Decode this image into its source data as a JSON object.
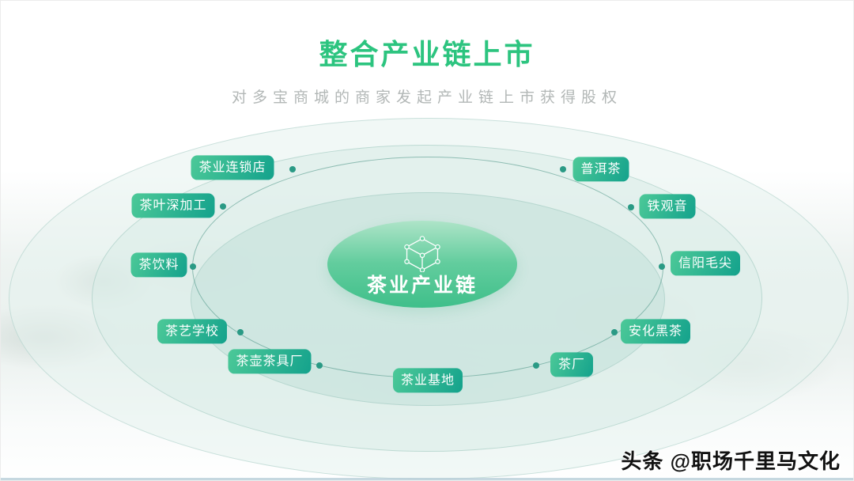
{
  "header": {
    "title": "整合产业链上市",
    "subtitle": "对多宝商城的商家发起产业链上市获得股权"
  },
  "diagram": {
    "center_label": "茶业产业链",
    "center_icon": "cube-network-icon",
    "nodes": [
      {
        "label": "茶业连锁店"
      },
      {
        "label": "茶叶深加工"
      },
      {
        "label": "茶饮料"
      },
      {
        "label": "茶艺学校"
      },
      {
        "label": "茶壶茶具厂"
      },
      {
        "label": "茶业基地"
      },
      {
        "label": "茶厂"
      },
      {
        "label": "安化黑茶"
      },
      {
        "label": "信阳毛尖"
      },
      {
        "label": "铁观音"
      },
      {
        "label": "普洱茶"
      }
    ]
  },
  "watermark": {
    "text": "头条 @职场千里马文化"
  },
  "colors": {
    "title_green": "#2cc47f",
    "subtitle_gray": "#b2b7b6",
    "pill_gradient_start": "#4cc998",
    "pill_gradient_end": "#14a28c",
    "center_ellipse_top": "#aee4c8",
    "center_ellipse_bottom": "#3fbf8a",
    "ring_stroke": "#3a8a7a",
    "dot": "#2a9a85",
    "ring_fill_inner": "#cbe4de",
    "bottom_strip": "#b3cbd5"
  }
}
